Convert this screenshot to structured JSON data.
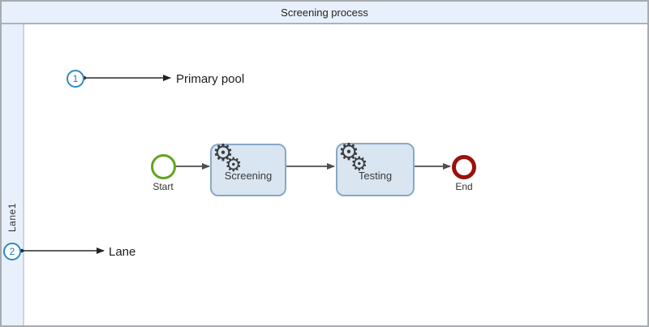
{
  "pool": {
    "title": "Screening process",
    "lane": {
      "label": "Lane1"
    }
  },
  "annotations": [
    {
      "number": "1",
      "label": "Primary pool"
    },
    {
      "number": "2",
      "label": "Lane"
    }
  ],
  "process": {
    "start_event": {
      "label": "Start"
    },
    "tasks": [
      {
        "label": "Screening",
        "type": "service-task",
        "icon": "gear-icon"
      },
      {
        "label": "Testing",
        "type": "service-task",
        "icon": "gear-icon"
      }
    ],
    "end_event": {
      "label": "End"
    }
  },
  "icons": {
    "gear_glyph": "⚙"
  },
  "colors": {
    "pool_fill": "#e8f1fb",
    "pool_border": "#a9b3c0",
    "task_fill": "#d9e5f1",
    "task_border": "#8aa8c6",
    "start_event_stroke": "#63a41f",
    "end_event_stroke": "#9b100d",
    "callout_blue": "#2e89c5",
    "flow_stroke": "#555555"
  }
}
